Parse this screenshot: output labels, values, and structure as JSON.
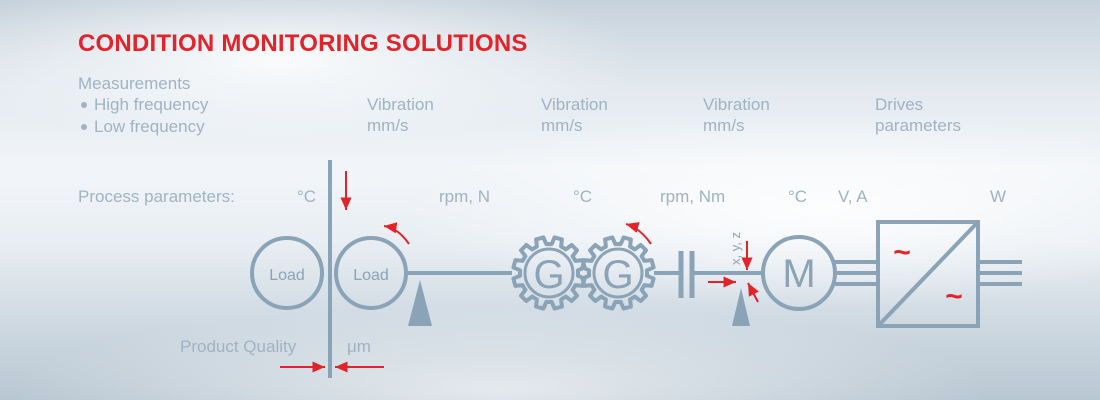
{
  "header": {
    "title": "CONDITION MONITORING SOLUTIONS"
  },
  "measurements": {
    "heading": "Measurements",
    "items": [
      "High frequency",
      "Low frequency"
    ]
  },
  "columns": [
    {
      "line1": "Vibration",
      "line2": "mm/s"
    },
    {
      "line1": "Vibration",
      "line2": "mm/s"
    },
    {
      "line1": "Vibration",
      "line2": "mm/s"
    },
    {
      "line1": "Drives",
      "line2": "parameters"
    }
  ],
  "process": {
    "label": "Process parameters:",
    "values": [
      "°C",
      "rpm,  N",
      "°C",
      "rpm, Nm",
      "°C",
      "V, A",
      "W"
    ]
  },
  "diagram": {
    "roll_left_label": "Load",
    "roll_right_label": "Load",
    "gear_left_label": "G",
    "gear_right_label": "G",
    "motor_label": "M",
    "axes_label": "x, y, z",
    "inverter_symbol_1": "~",
    "inverter_symbol_2": "~"
  },
  "quality": {
    "label": "Product Quality",
    "unit": "μm"
  },
  "colors": {
    "accent": "#e2242a",
    "steel": "#8aa3b7",
    "text": "#9fb3c3"
  },
  "icons": [
    "down-arrow-icon",
    "rotation-arrow-icon",
    "bearing-support-icon",
    "gear-icon",
    "motor-icon",
    "inverter-icon"
  ]
}
